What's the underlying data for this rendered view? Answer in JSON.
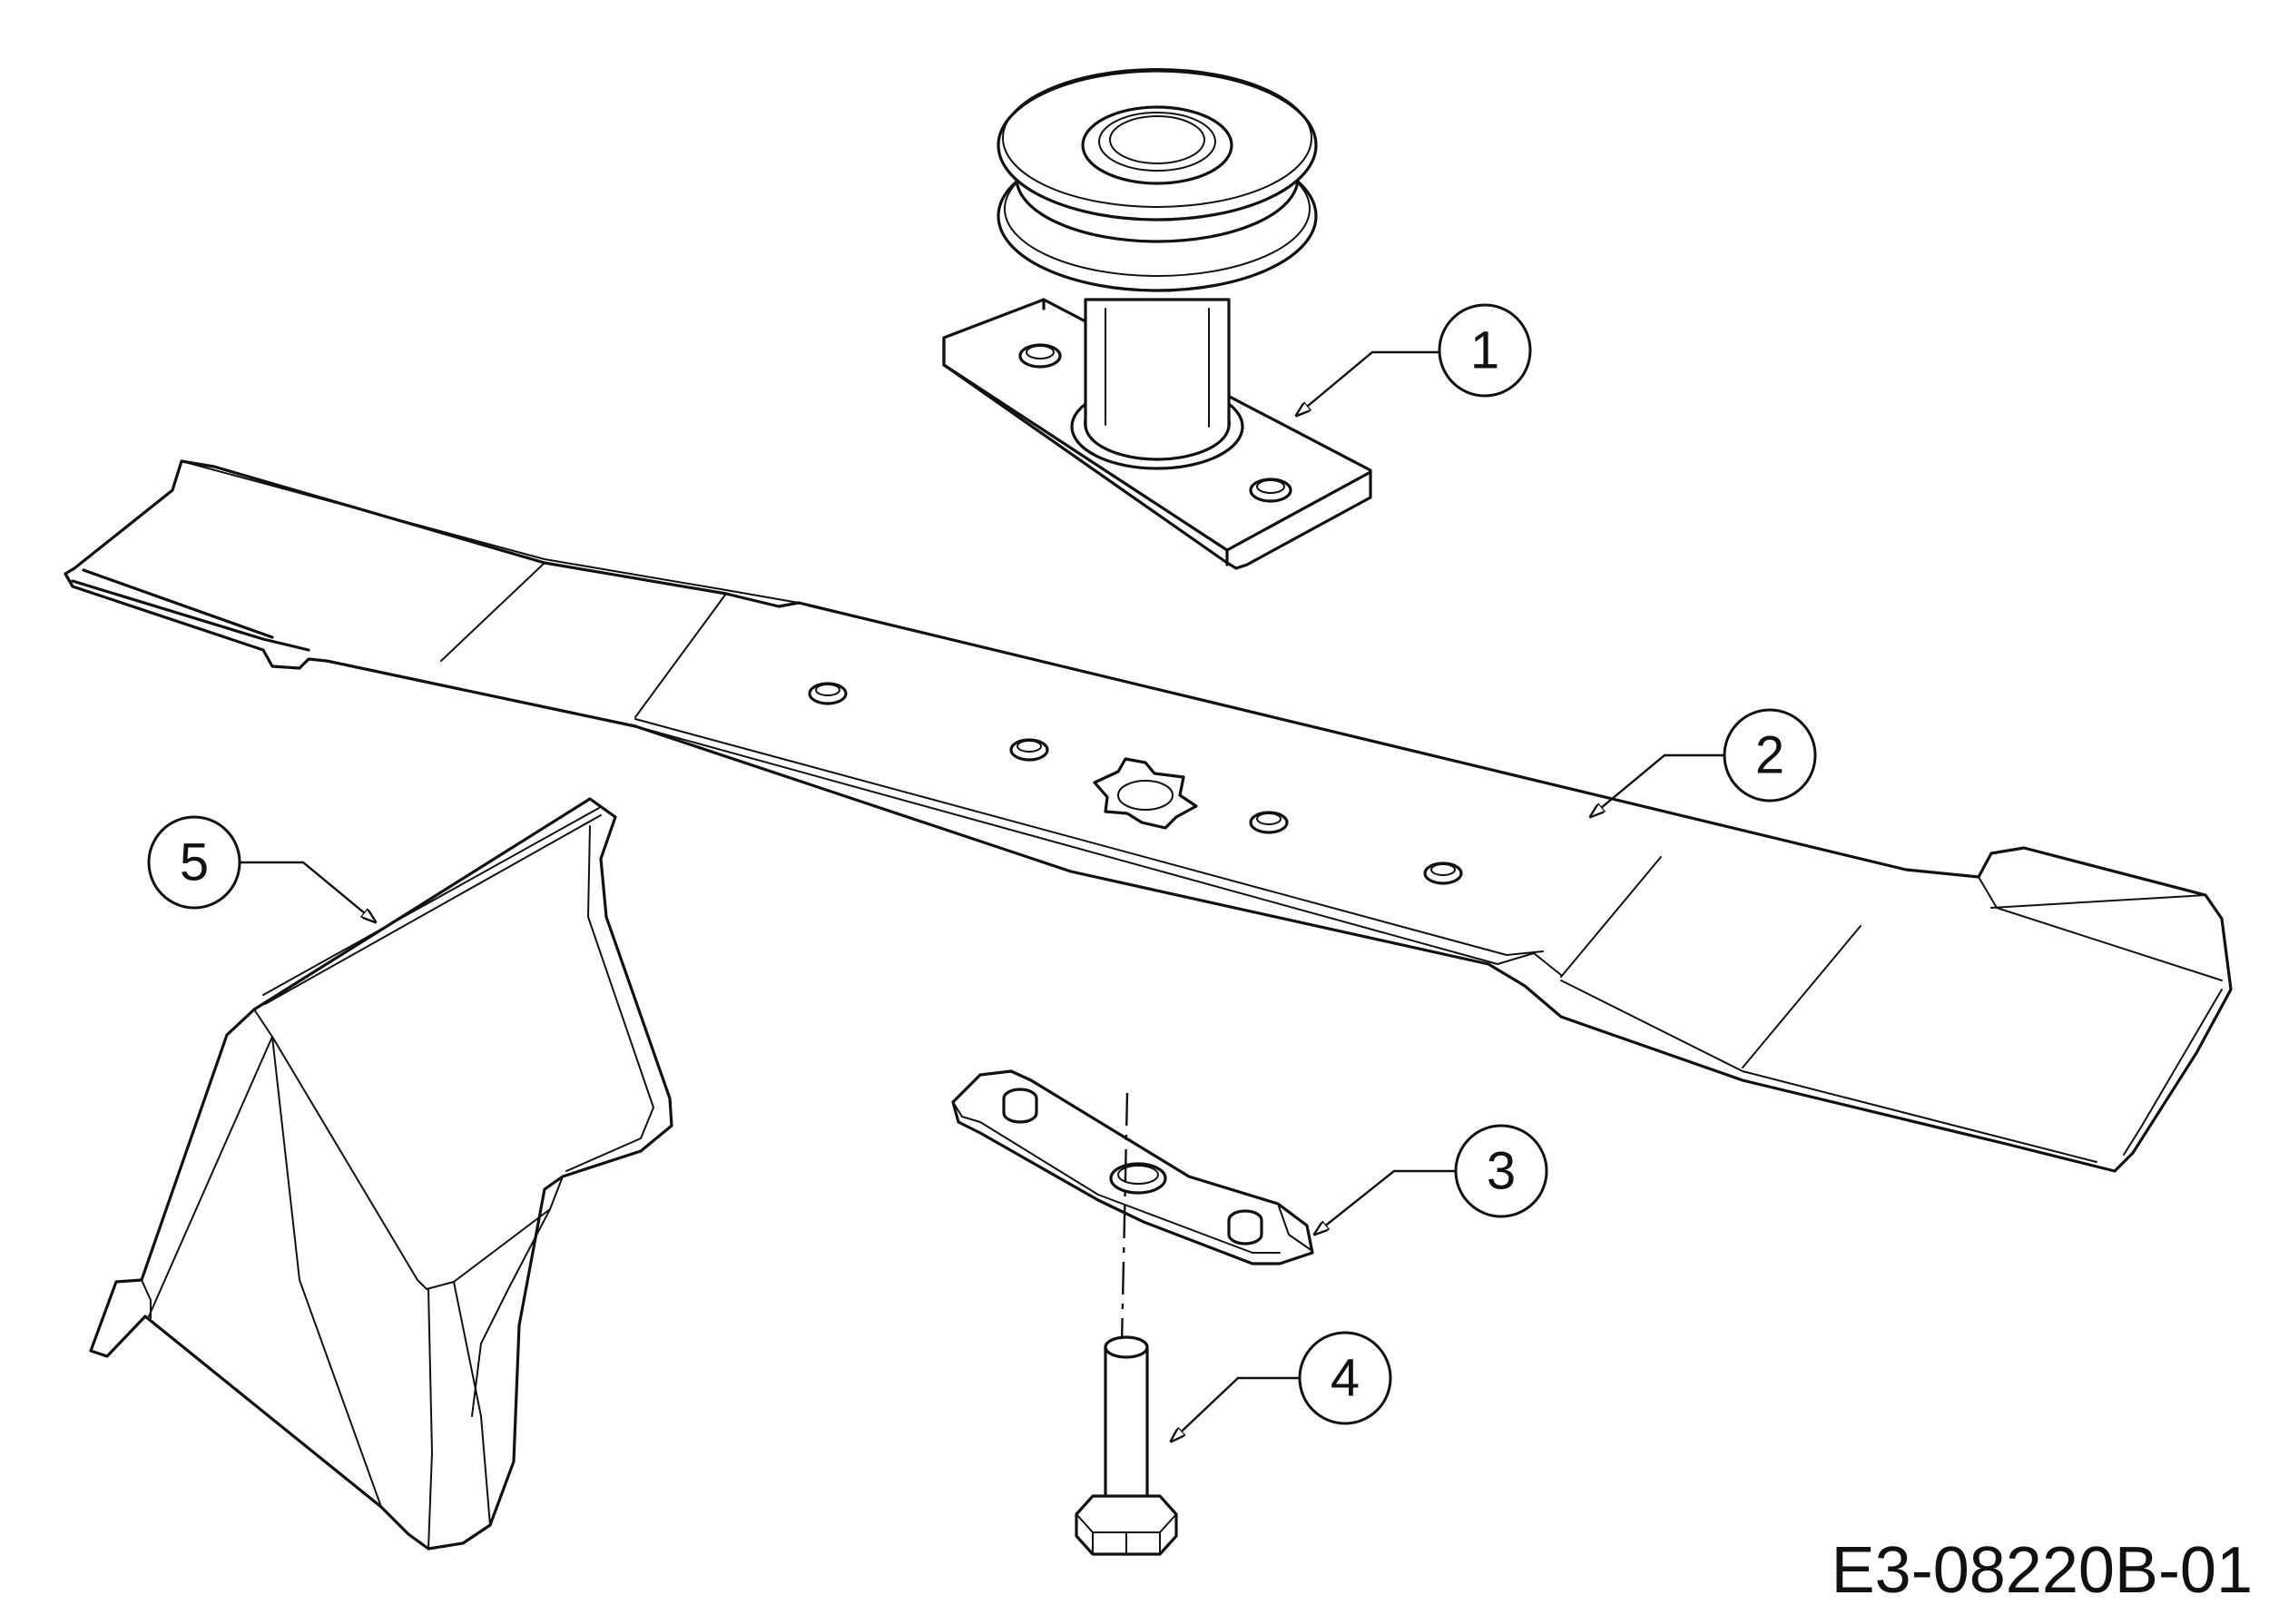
{
  "drawing": {
    "code": "E3-08220B-01",
    "callouts": [
      {
        "label": "1",
        "part": "spindle-assembly"
      },
      {
        "label": "2",
        "part": "mower-blade"
      },
      {
        "label": "3",
        "part": "blade-adapter"
      },
      {
        "label": "4",
        "part": "blade-bolt"
      },
      {
        "label": "5",
        "part": "mulching-deflector"
      }
    ]
  }
}
